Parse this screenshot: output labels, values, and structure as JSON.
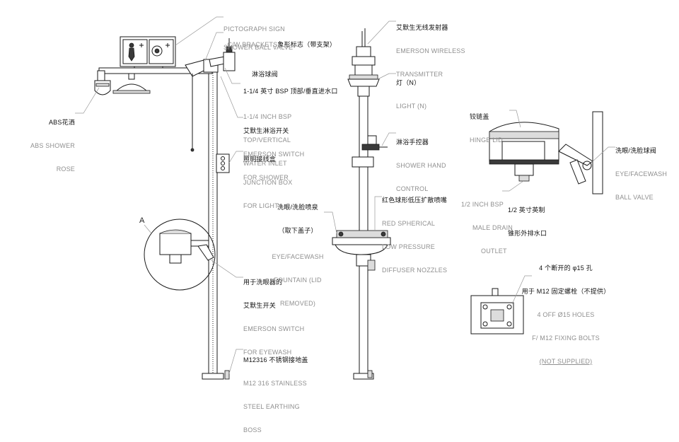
{
  "colors": {
    "line": "#1a1a1a",
    "leader": "#9a9a9a",
    "fill_light": "#e8e8e8",
    "fill_dark": "#3a3a3a"
  },
  "detail_marker": "A",
  "labels": {
    "pictograph": {
      "zh": "象形标志（带支架）",
      "en1": "PICTOGRAPH SIGN",
      "en2": "C/W BRACKETS"
    },
    "shower_ball_valve": {
      "zh": "淋浴球阀",
      "en": "SHOWER BALL VALVE"
    },
    "top_inlet": {
      "zh": "1-1/4 英寸 BSP 顶部/垂直进水口",
      "en1": "1-1/4 INCH BSP",
      "en2": "TOP/VERTICAL",
      "en3": "WATER INLET"
    },
    "emerson_switch_shower": {
      "zh": "艾默生淋浴开关",
      "en1": "EMERSON SWITCH",
      "en2": "FOR SHOWER"
    },
    "junction_box": {
      "zh": "照明接线盒",
      "en1": "JUNCTION BOX",
      "en2": "FOR LIGHT"
    },
    "abs_shower": {
      "zh": "ABS花洒",
      "en1": "ABS SHOWER",
      "en2": "ROSE"
    },
    "emerson_switch_eyewash": {
      "zh1": "用于洗眼器的",
      "zh2": "艾默生开关",
      "en1": "EMERSON SWITCH",
      "en2": "FOR EYEWASH"
    },
    "earthing_boss": {
      "zh": "M12316 不锈钢接地盖",
      "en1": "M12 316 STAINLESS",
      "en2": "STEEL EARTHING",
      "en3": "BOSS"
    },
    "transmitter": {
      "zh": "艾默生无线发射器",
      "en1": "EMERSON WIRELESS",
      "en2": "TRANSMITTER"
    },
    "light": {
      "zh": "灯（N）",
      "en": "LIGHT (N)"
    },
    "hand_control": {
      "zh": "淋浴手控器",
      "en1": "SHOWER HAND",
      "en2": "CONTROL"
    },
    "fountain": {
      "zh1": "洗眼/洗脸喷泉",
      "zh2": "（取下盖子）",
      "en1": "EYE/FACEWASH",
      "en2": "FOUNTAIN (LID",
      "en3": "REMOVED)"
    },
    "diffuser": {
      "zh": "红色球形低压扩散喷嘴",
      "en1": "RED SPHERICAL",
      "en2": "LOW PRESSURE",
      "en3": "DIFFUSER NOZZLES"
    },
    "hinge_lid": {
      "zh": "铰链盖",
      "en": "HINGE LID"
    },
    "eyewash_valve": {
      "zh": "洗眼/洗脸球阀",
      "en1": "EYE/FACEWASH",
      "en2": "BALL VALVE"
    },
    "drain": {
      "zh1": "1/2 英寸英制",
      "zh2": "锥形外排水口",
      "en1": "1/2 INCH BSP",
      "en2": "MALE DRAIN",
      "en3": "OUTLET"
    },
    "holes": {
      "zh1": "4 个断开的 φ15 孔",
      "zh2": "用于 M12 固定螺栓（不提供）",
      "en1": "4 OFF Ø15 HOLES",
      "en2": "F/ M12 FIXING BOLTS",
      "en3": "(NOT SUPPLIED)"
    }
  }
}
